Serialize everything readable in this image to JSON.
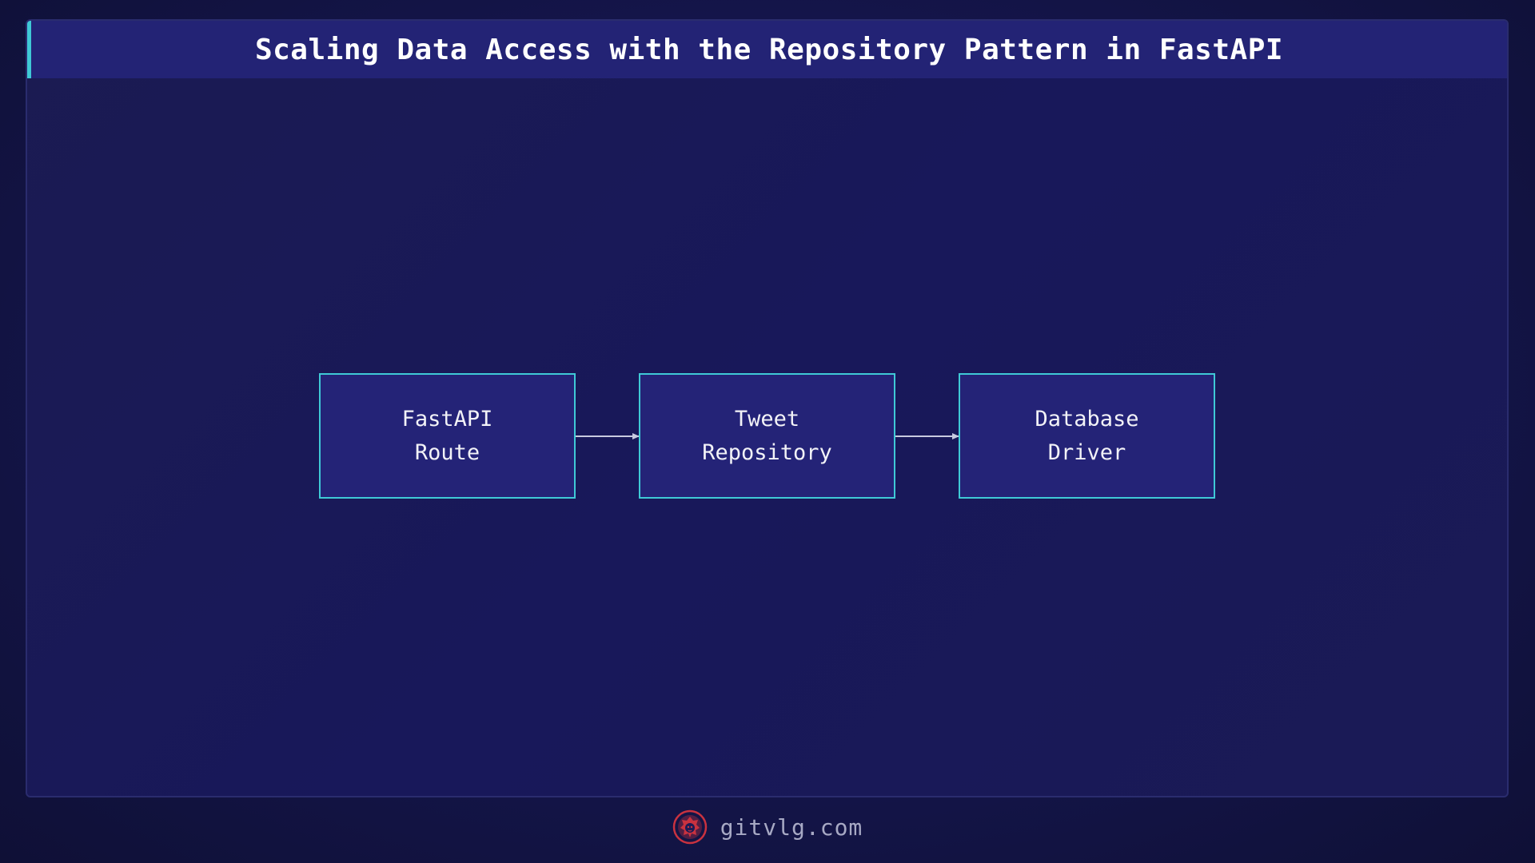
{
  "title": "Scaling Data Access with the Repository Pattern in FastAPI",
  "nodes": [
    {
      "label": "FastAPI\nRoute"
    },
    {
      "label": "Tweet\nRepository"
    },
    {
      "label": "Database\nDriver"
    }
  ],
  "edges": [
    {
      "from": "FastAPI Route",
      "to": "Tweet Repository"
    },
    {
      "from": "Tweet Repository",
      "to": "Database Driver"
    }
  ],
  "footer": {
    "site": "gitvlg.com",
    "logo_icon": "lion-head-icon"
  },
  "colors": {
    "background": "#14154a",
    "title_bar": "#232375",
    "accent": "#3fc9d6",
    "node_fill": "#242377",
    "text": "#ffffff",
    "logo": "#c9323f"
  }
}
